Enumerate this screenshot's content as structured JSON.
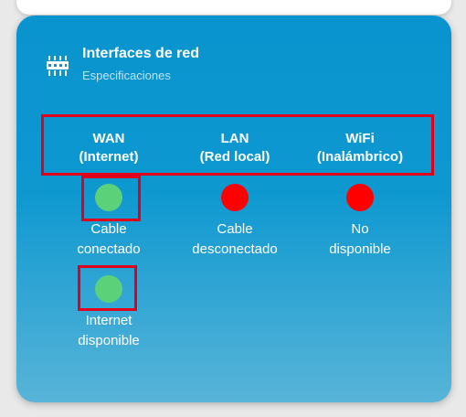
{
  "card": {
    "title": "Interfaces de red",
    "subtitle": "Especificaciones",
    "icon": "ethernet-port-icon"
  },
  "columns": [
    {
      "name": "WAN",
      "desc": "(Internet)",
      "statuses": [
        {
          "state": "ok",
          "color": "#5bd27a",
          "line1": "Cable",
          "line2": "conectado"
        },
        {
          "state": "ok",
          "color": "#5bd27a",
          "line1": "Internet",
          "line2": "disponible"
        }
      ]
    },
    {
      "name": "LAN",
      "desc": "(Red local)",
      "statuses": [
        {
          "state": "bad",
          "color": "#ff0000",
          "line1": "Cable",
          "line2": "desconectado"
        }
      ]
    },
    {
      "name": "WiFi",
      "desc": "(Inalámbrico)",
      "statuses": [
        {
          "state": "bad",
          "color": "#ff0000",
          "line1": "No",
          "line2": "disponible"
        }
      ]
    }
  ],
  "colors": {
    "card_gradient_top": "#0a94cf",
    "card_gradient_bottom": "#58b4d8",
    "status_ok": "#5bd27a",
    "status_bad": "#ff0000",
    "highlight": "#e0001b"
  }
}
